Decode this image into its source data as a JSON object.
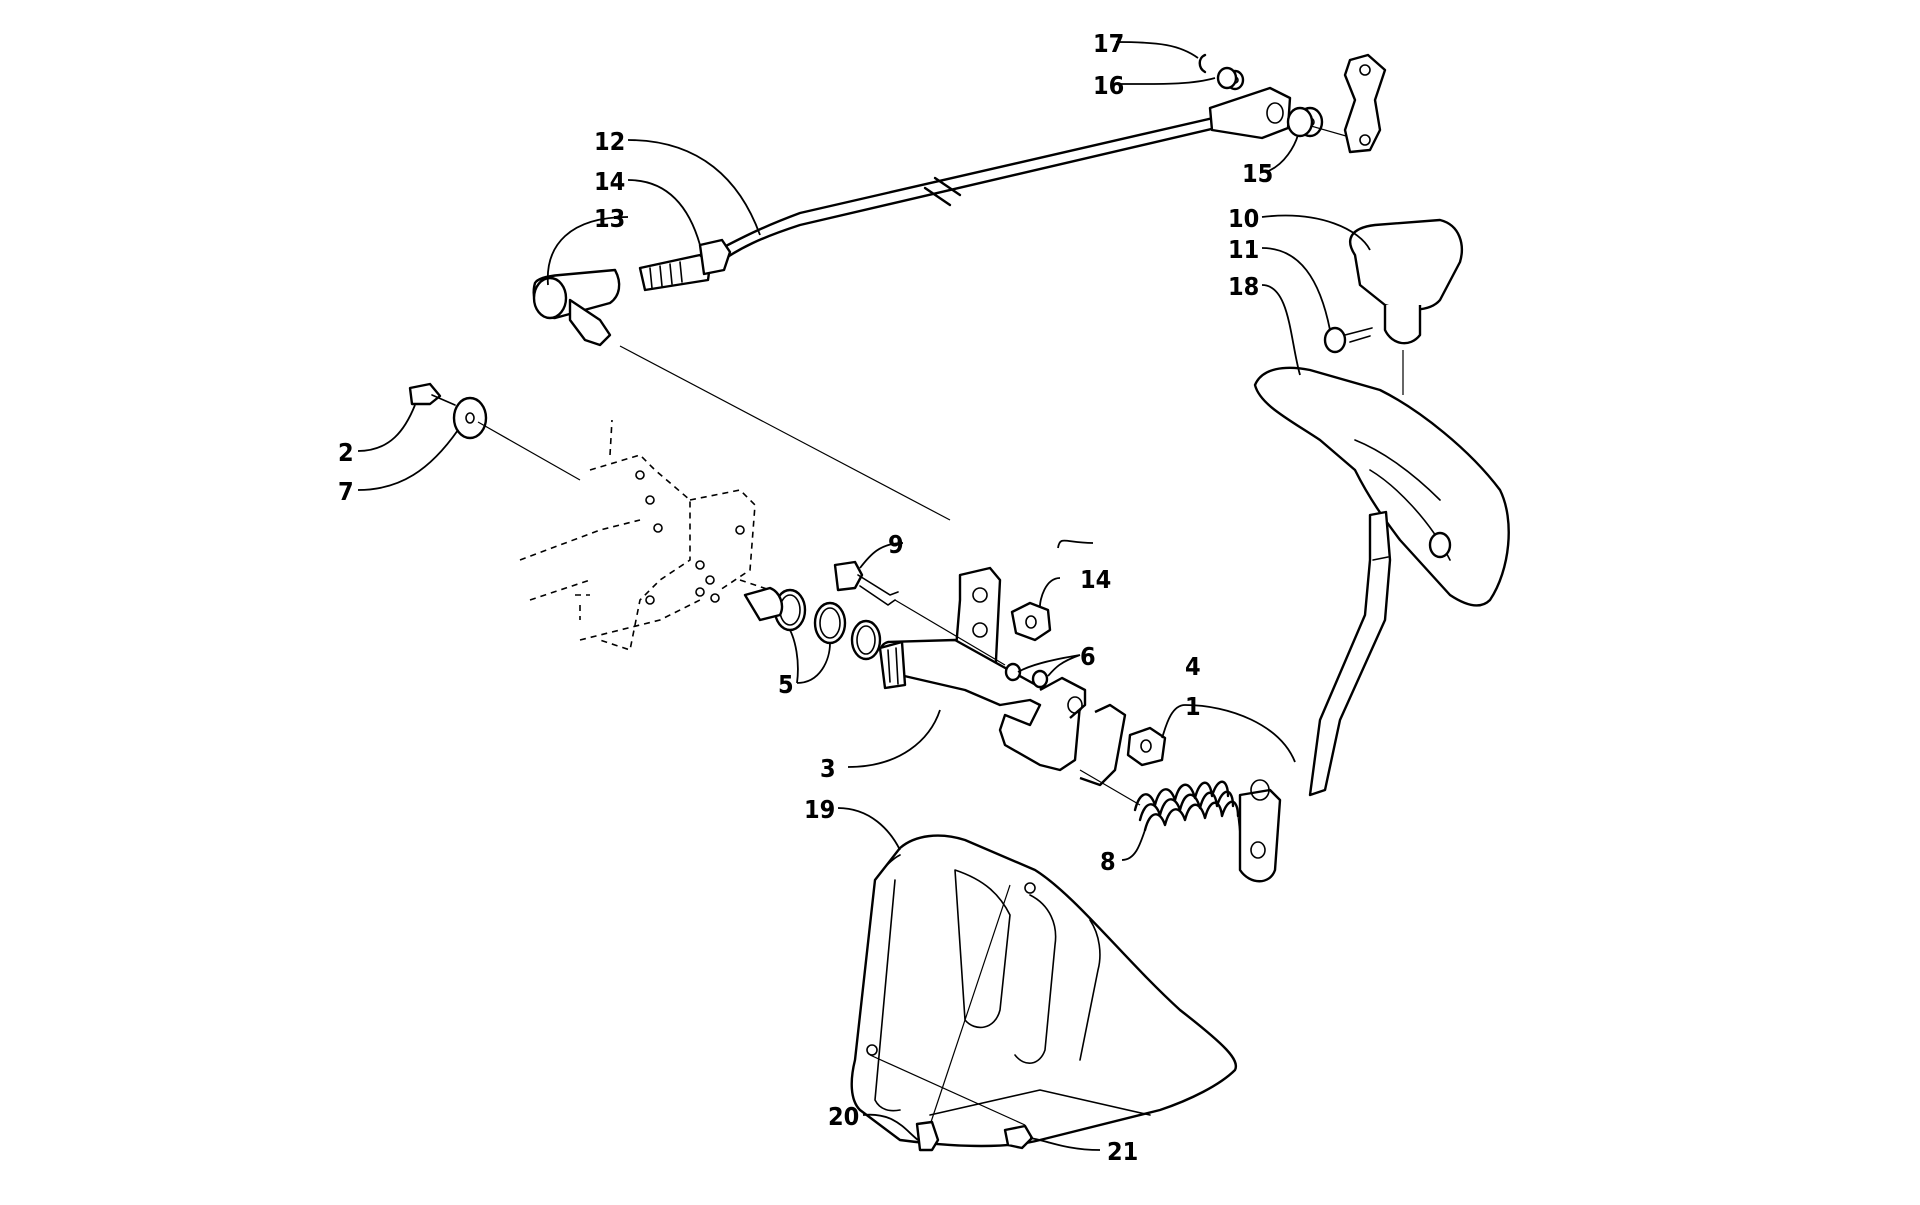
{
  "callouts": [
    {
      "id": "c1",
      "text": "1"
    },
    {
      "id": "c2",
      "text": "2"
    },
    {
      "id": "c3",
      "text": "3"
    },
    {
      "id": "c4",
      "text": "4"
    },
    {
      "id": "c5",
      "text": "5"
    },
    {
      "id": "c6",
      "text": "6"
    },
    {
      "id": "c7",
      "text": "7"
    },
    {
      "id": "c8",
      "text": "8"
    },
    {
      "id": "c9",
      "text": "9"
    },
    {
      "id": "c10",
      "text": "10"
    },
    {
      "id": "c11",
      "text": "11"
    },
    {
      "id": "c12",
      "text": "12"
    },
    {
      "id": "c13",
      "text": "13"
    },
    {
      "id": "c14a",
      "text": "14"
    },
    {
      "id": "c14b",
      "text": "14"
    },
    {
      "id": "c15",
      "text": "15"
    },
    {
      "id": "c16",
      "text": "16"
    },
    {
      "id": "c17",
      "text": "17"
    },
    {
      "id": "c18",
      "text": "18"
    },
    {
      "id": "c19",
      "text": "19"
    },
    {
      "id": "c20",
      "text": "20"
    },
    {
      "id": "c21",
      "text": "21"
    }
  ]
}
